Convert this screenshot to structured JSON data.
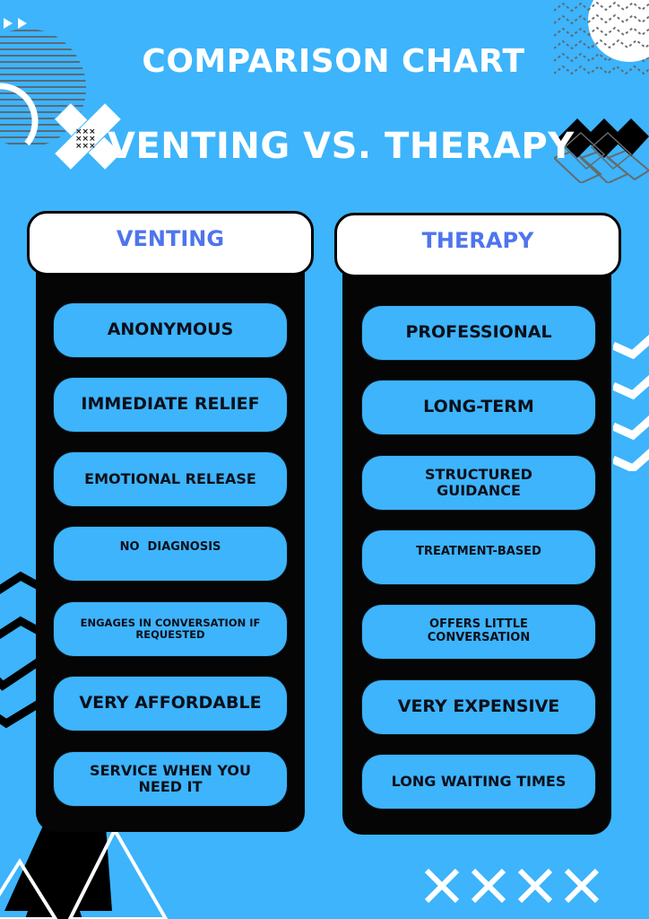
{
  "header": {
    "subtitle": "COMPARISON CHART",
    "title": "VENTING VS. THERAPY"
  },
  "columns": {
    "left": {
      "label": "VENTING",
      "items": [
        "ANONYMOUS",
        "IMMEDIATE RELIEF",
        "EMOTIONAL RELEASE",
        "NO  DIAGNOSIS",
        "ENGAGES IN CONVERSATION IF REQUESTED",
        "VERY AFFORDABLE",
        "SERVICE WHEN YOU NEED IT"
      ]
    },
    "right": {
      "label": "THERAPY",
      "items": [
        "PROFESSIONAL",
        "LONG-TERM",
        "STRUCTURED GUIDANCE",
        "TREATMENT-BASED",
        "OFFERS LITTLE CONVERSATION",
        "VERY EXPENSIVE",
        "LONG WAITING TIMES"
      ]
    }
  },
  "colors": {
    "background": "#3db4fb",
    "column": "#050505",
    "header_box": "#ffffff",
    "header_text": "#4f74ee",
    "pill": "#3db4fb",
    "pill_text": "#0b0f1a",
    "title_text": "#ffffff"
  },
  "decorations": [
    "play-arrows-icon",
    "striped-circle-icon",
    "x-cross-icon",
    "zigzag-dot-pattern-icon",
    "white-circle-icon",
    "diamond-cluster-icon",
    "chevron-stack-right-icon",
    "chevron-stack-left-icon",
    "triangles-icon",
    "x-row-icon"
  ]
}
